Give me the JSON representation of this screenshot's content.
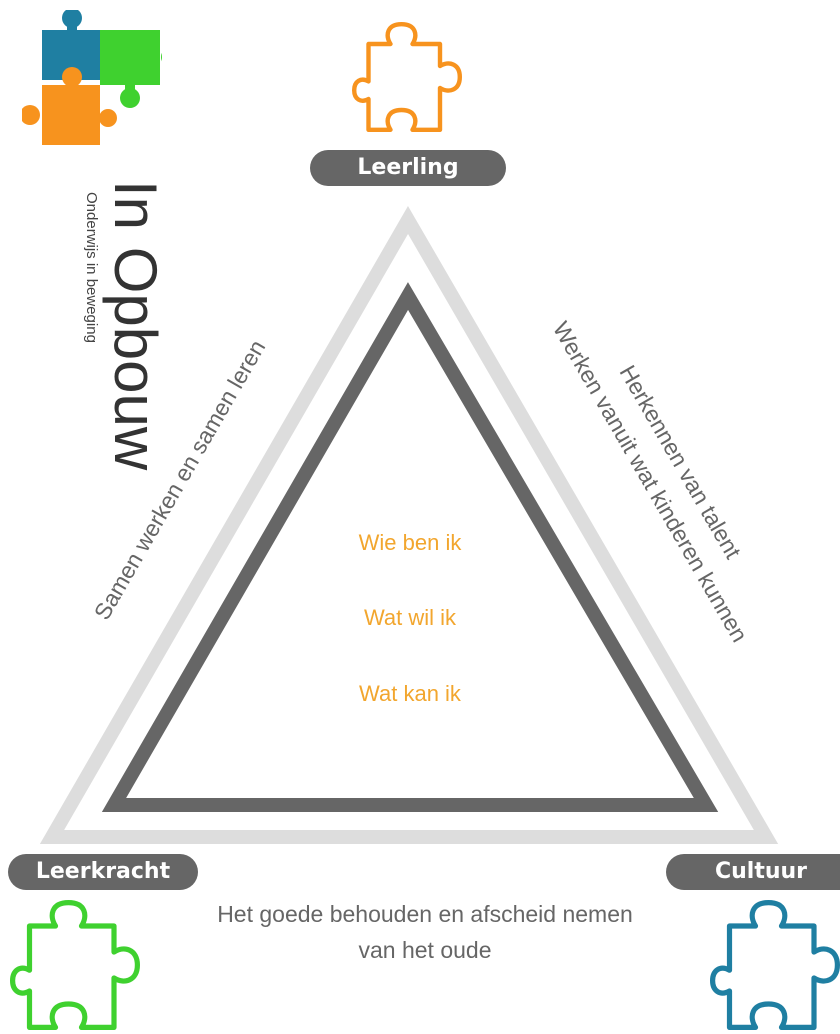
{
  "logo": {
    "title": "In Opbouw",
    "subtitle": "Onderwijs in beweging",
    "colors": {
      "blue": "#1f7fa2",
      "green": "#3fd12f",
      "orange": "#f7931e"
    }
  },
  "nodes": {
    "top": {
      "label": "Leerling",
      "icon": "puzzle-piece-icon",
      "color": "#f7931e"
    },
    "left": {
      "label": "Leerkracht",
      "icon": "puzzle-piece-icon",
      "color": "#3fd12f"
    },
    "right": {
      "label": "Cultuur",
      "icon": "puzzle-piece-icon",
      "color": "#1f7fa2"
    }
  },
  "edges": {
    "left": "Samen werken en samen leren",
    "right_line1": "Herkennen van talent",
    "right_line2": "Werken vanuit wat kinderen kunnen",
    "bottom_line1": "Het goede behouden en afscheid nemen",
    "bottom_line2": "van het oude"
  },
  "center": {
    "items": [
      "Wie ben ik",
      "Wat wil ik",
      "Wat kan ik"
    ],
    "color": "#f2a62e"
  },
  "colors": {
    "outer_triangle": "#dddddd",
    "inner_triangle": "#666666",
    "pill": "#666666",
    "text": "#666666"
  }
}
